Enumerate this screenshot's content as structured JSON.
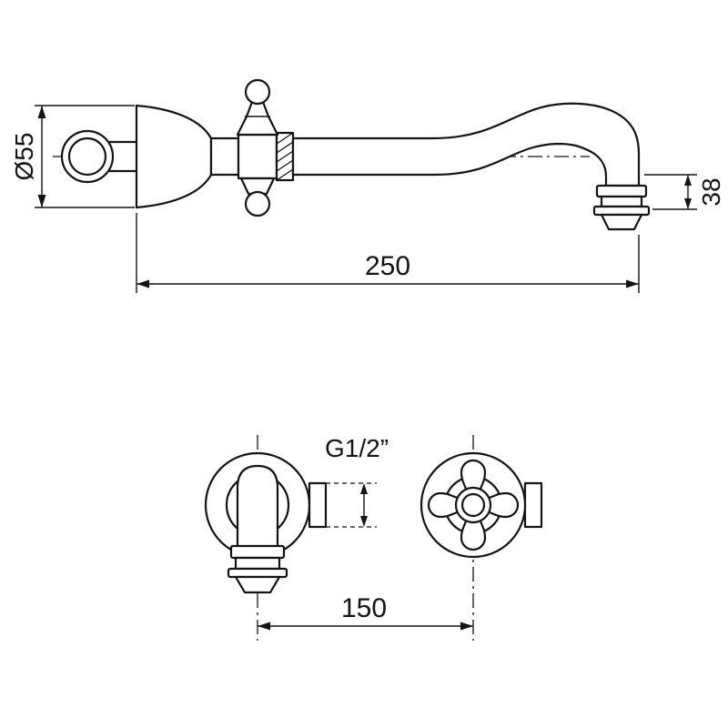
{
  "drawing": {
    "dimensions": {
      "flange_diameter": "Ø55",
      "spout_reach": "250",
      "outlet_height": "38",
      "connection_thread": "G1/2”",
      "centers_distance": "150"
    }
  }
}
